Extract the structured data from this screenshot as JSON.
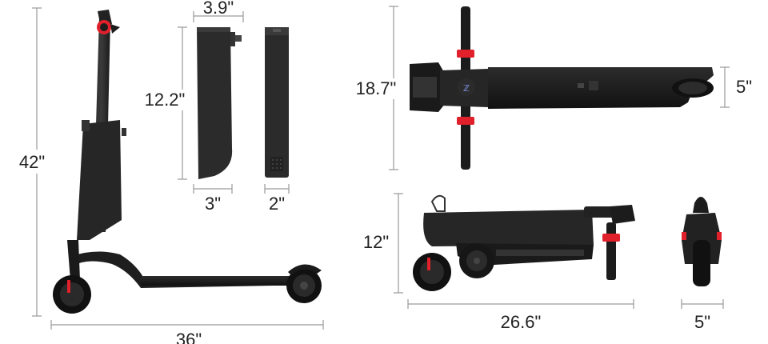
{
  "dimensions": {
    "battery_width_top": "3.9\"",
    "battery_height": "12.2\"",
    "battery_width_bottom": "3\"",
    "battery_depth": "2\"",
    "scooter_height": "42\"",
    "scooter_length": "36\"",
    "top_view_width": "18.7\"",
    "top_view_deck_width": "5\"",
    "folded_height": "12\"",
    "folded_length": "26.6\"",
    "folded_width": "5\""
  },
  "colors": {
    "scooter_body": "#1c1c1c",
    "accent": "#e0202a",
    "dimension_line": "#9a9a9a"
  }
}
